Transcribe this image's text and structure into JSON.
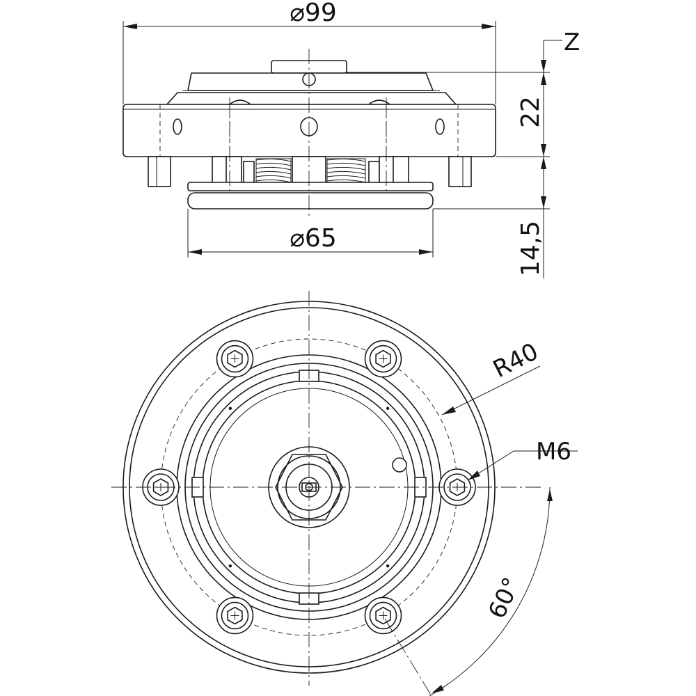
{
  "drawing": {
    "dimensions": {
      "top_diameter": "⌀99",
      "bottom_diameter": "⌀65",
      "height_upper": "22",
      "height_lower": "14,5",
      "datum": "Z",
      "radius": "R40",
      "thread": "M6",
      "angle": "60°"
    },
    "bolt_holes": 6
  }
}
